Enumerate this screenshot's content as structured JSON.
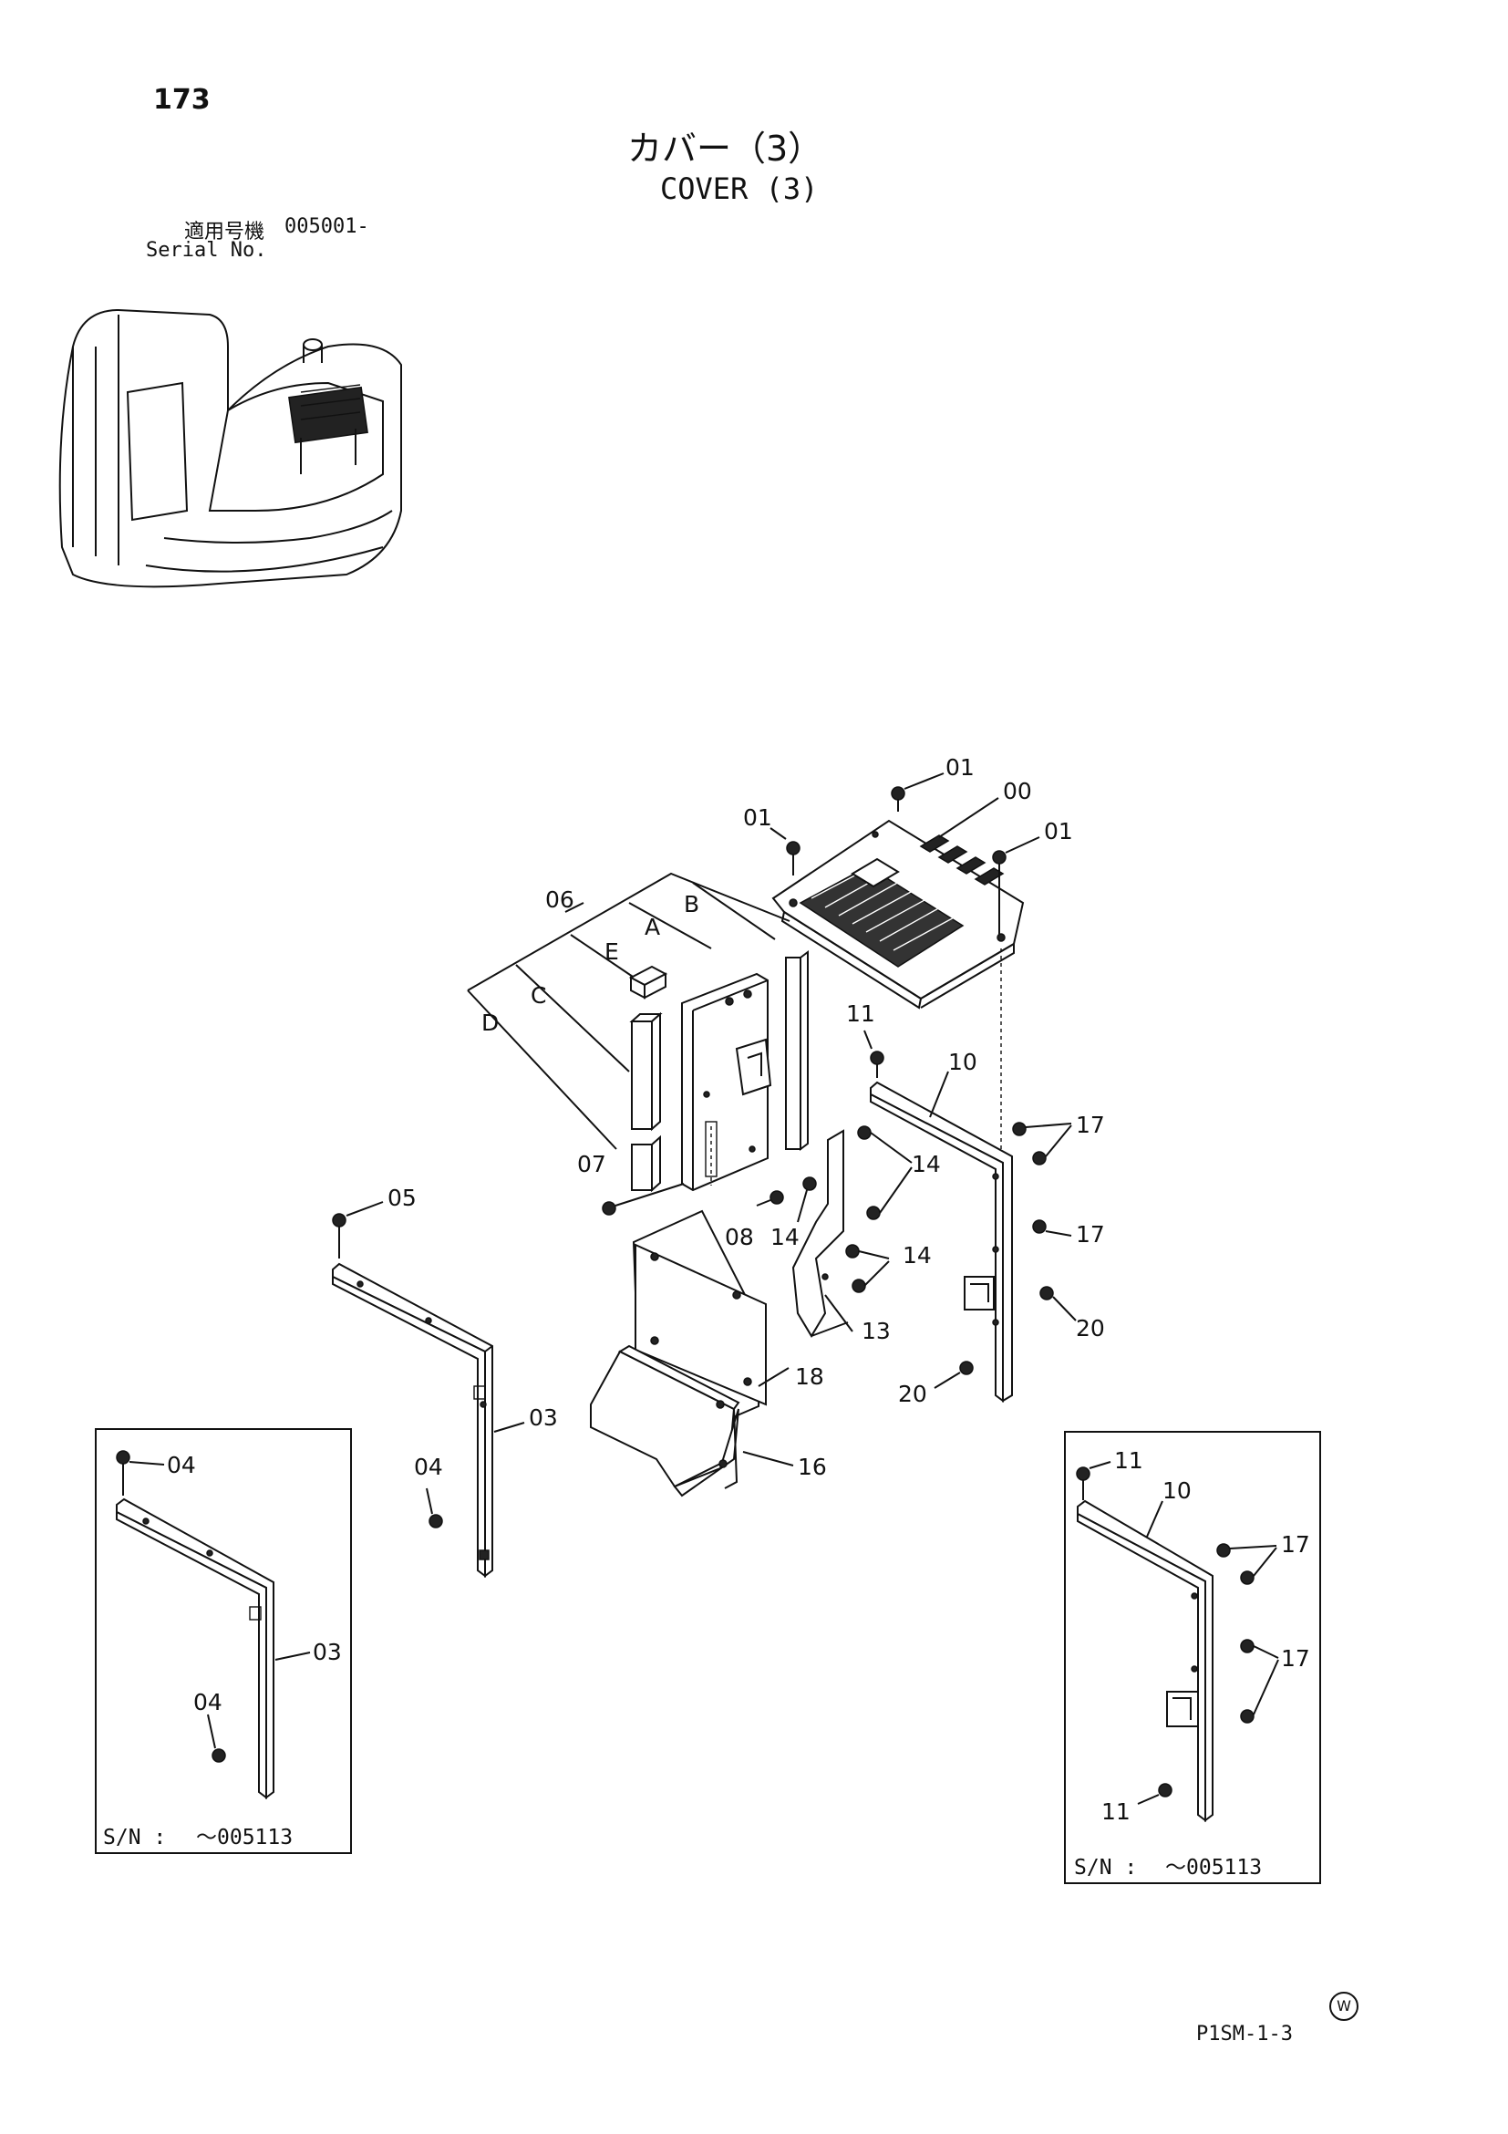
{
  "page": {
    "number": "173",
    "title_jp": "カバー（3）",
    "title_en": "COVER (3)",
    "serial_label_jp": "適用号機",
    "serial_label_en": "Serial No.",
    "serial_value": "005001-",
    "doc_code": "P1SM-1-3",
    "mark": "W"
  },
  "callouts": {
    "c00": "00",
    "c01a": "01",
    "c01b": "01",
    "c01c": "01",
    "c03": "03",
    "c04": "04",
    "c05": "05",
    "c06": "06",
    "c07": "07",
    "c08": "08",
    "c10": "10",
    "c11": "11",
    "c13": "13",
    "c14a": "14",
    "c14b": "14",
    "c14c": "14",
    "c16": "16",
    "c17a": "17",
    "c17b": "17",
    "c18": "18",
    "c20a": "20",
    "c20b": "20",
    "lA": "A",
    "lB": "B",
    "lC": "C",
    "lD": "D",
    "lE": "E"
  },
  "inset_left": {
    "c03": "03",
    "c04a": "04",
    "c04b": "04",
    "sn_label": "S/N :",
    "sn_value": "～005113"
  },
  "inset_right": {
    "c10": "10",
    "c11a": "11",
    "c11b": "11",
    "c17a": "17",
    "c17b": "17",
    "sn_label": "S/N :",
    "sn_value": "～005113"
  }
}
